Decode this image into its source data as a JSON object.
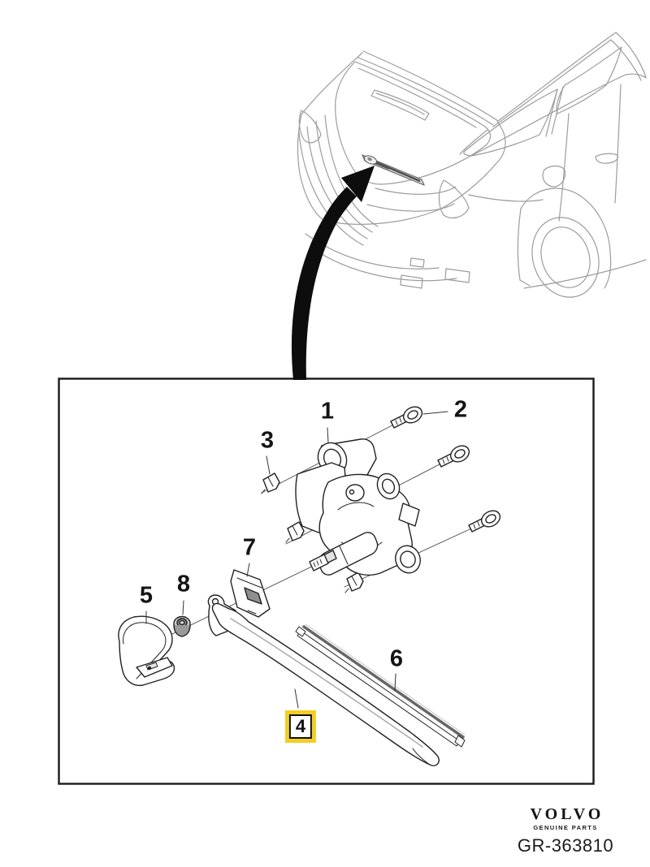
{
  "branding": {
    "logo": "VOLVO",
    "tagline": "GENUINE PARTS",
    "reference": "GR-363810"
  },
  "diagram": {
    "highlight_color": "#F2CE26",
    "callouts": [
      {
        "label": "1",
        "highlighted": false
      },
      {
        "label": "2",
        "highlighted": false
      },
      {
        "label": "3",
        "highlighted": false
      },
      {
        "label": "4",
        "highlighted": true
      },
      {
        "label": "5",
        "highlighted": false
      },
      {
        "label": "6",
        "highlighted": false
      },
      {
        "label": "7",
        "highlighted": false
      },
      {
        "label": "8",
        "highlighted": false
      }
    ]
  }
}
